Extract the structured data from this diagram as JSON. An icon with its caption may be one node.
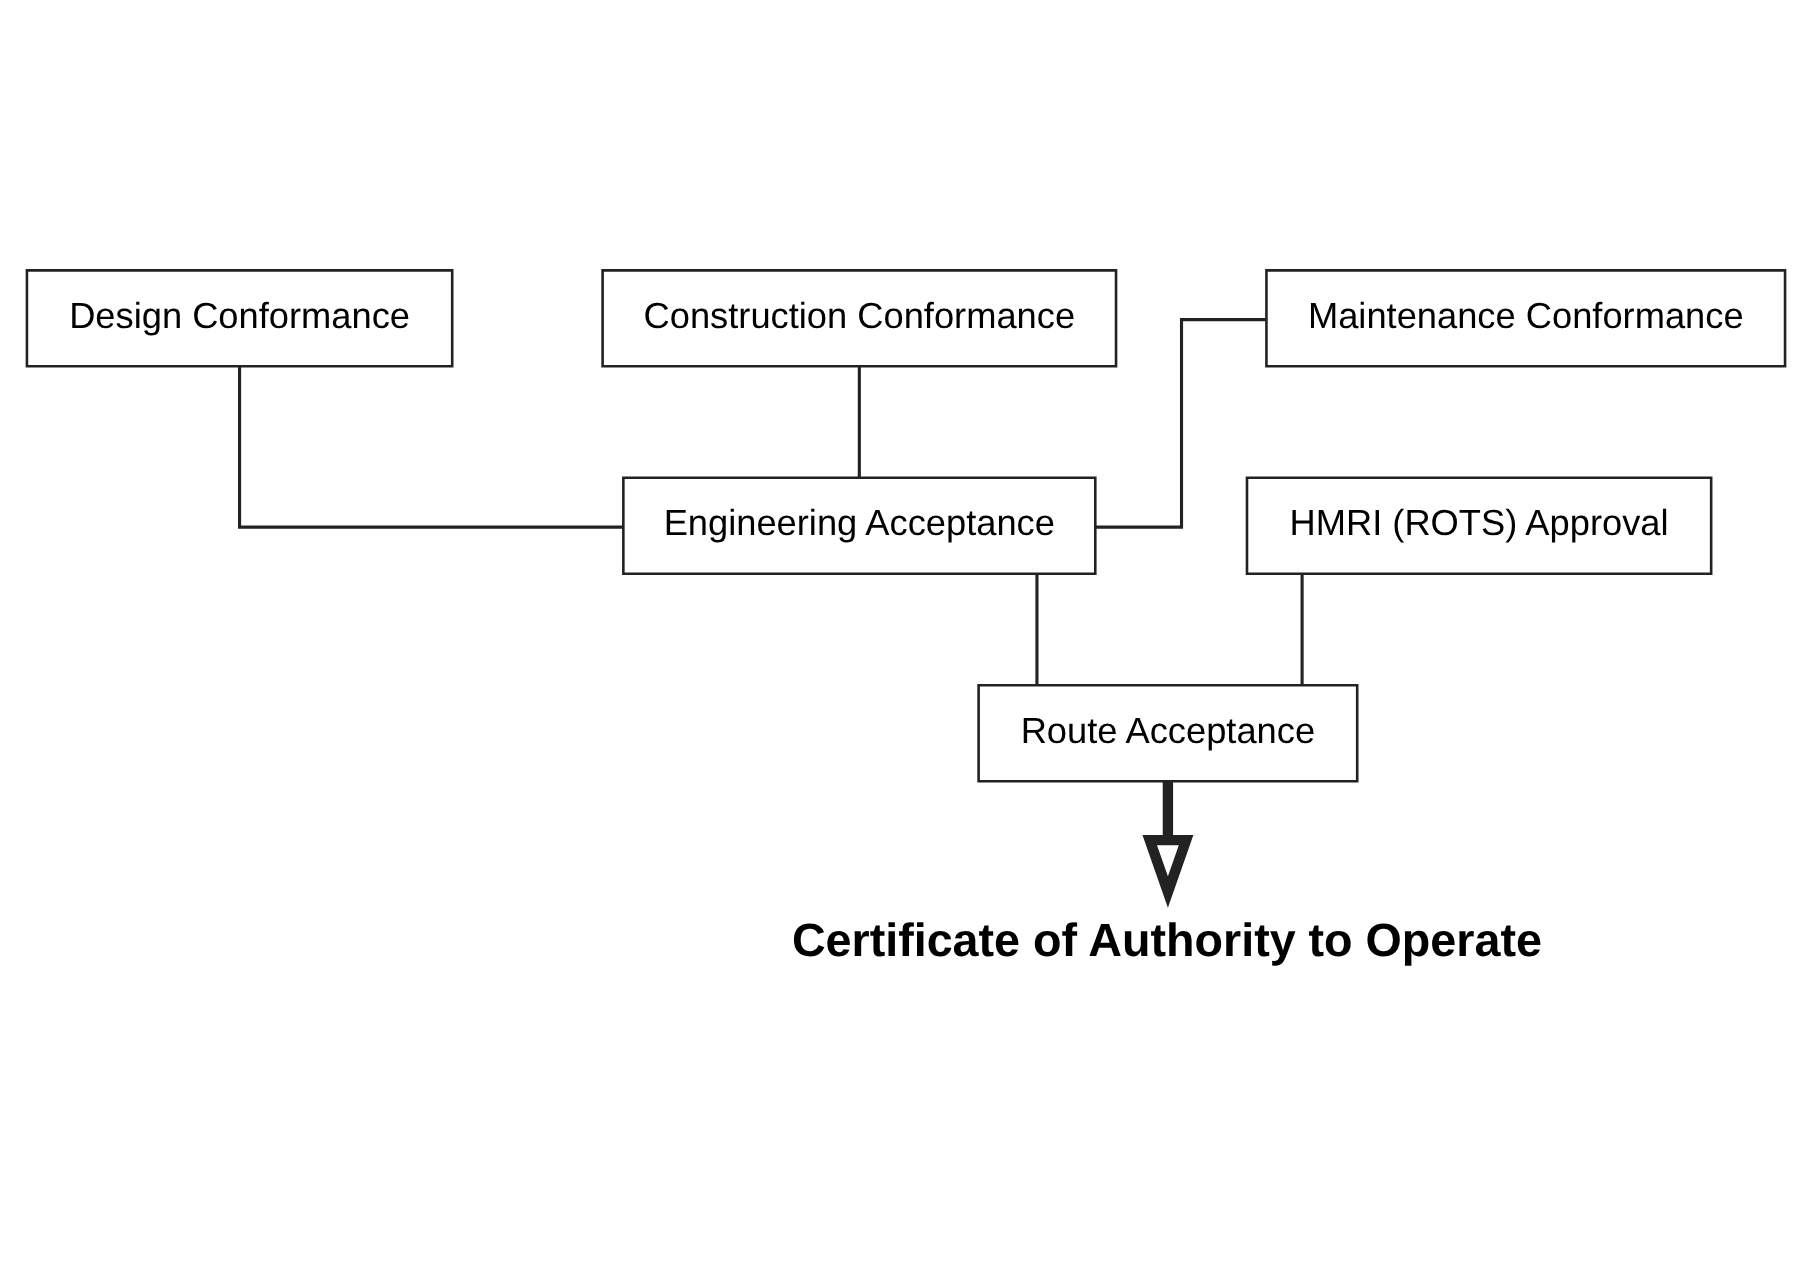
{
  "diagram": {
    "nodes": [
      {
        "text": [
          "Design Conformance"
        ]
      },
      {
        "text": [
          "Construction Conformance"
        ]
      },
      {
        "text": [
          "Maintenance Conformance"
        ]
      },
      {
        "text": [
          "Engineering Acceptance"
        ]
      },
      {
        "text": [
          "HMRI (ROTS) Approval"
        ]
      },
      {
        "text": [
          "Route Acceptance"
        ]
      },
      {
        "text": [
          "Certificate of Authority to Operate"
        ]
      }
    ],
    "edges": [
      {
        "from": 0,
        "to": 3,
        "arrow": "none"
      },
      {
        "from": 1,
        "to": 3,
        "arrow": "none"
      },
      {
        "from": 2,
        "to": 3,
        "arrow": "none"
      },
      {
        "from": 3,
        "to": 5,
        "arrow": "none"
      },
      {
        "from": 4,
        "to": 5,
        "arrow": "none"
      },
      {
        "from": 5,
        "to": 6,
        "arrow": "to",
        "style": "thick"
      }
    ]
  }
}
